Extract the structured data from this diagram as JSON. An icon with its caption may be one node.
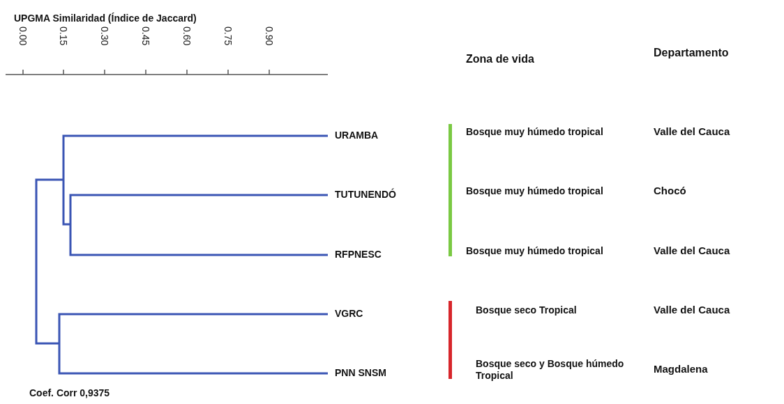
{
  "diagram": {
    "title": "UPGMA Similaridad (Índice de Jaccard)",
    "labels": [
      "0.00",
      "0.15",
      "0.30",
      "0.45",
      "0.60",
      "0.75",
      "0.90",
      "Zona de vida",
      "Departamento",
      "URAMBA",
      "Bosque muy húmedo tropical",
      "Valle del Cauca",
      "TUTUNENDÓ",
      "Bosque muy húmedo tropical",
      "Chocó",
      "RFPNESC",
      "Bosque muy húmedo tropical",
      "Valle del Cauca",
      "VGRC",
      "Bosque seco Tropical",
      "Valle del Cauca",
      "PNN SNSM",
      "Bosque seco y Bosque húmedo Tropical",
      "Magdalena",
      "Coef. Corr 0,9375"
    ]
  }
}
